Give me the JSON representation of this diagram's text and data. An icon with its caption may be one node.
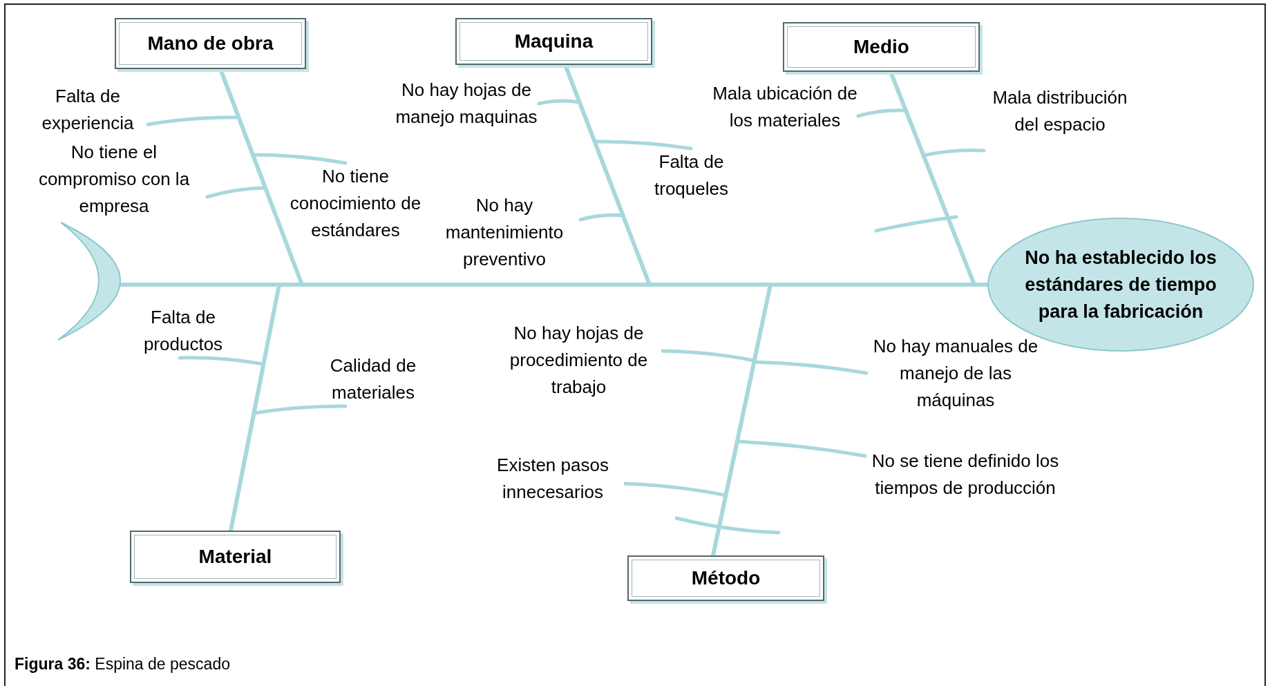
{
  "diagram": {
    "caption": "**Figura 36:** Espina de pescado",
    "nodes": [
      {
        "text": [
          "Mano de obra"
        ]
      },
      {
        "text": [
          "Maquina"
        ]
      },
      {
        "text": [
          "Medio"
        ]
      },
      {
        "text": [
          "Falta de experiencia"
        ]
      },
      {
        "text": [
          "No hay hojas de manejo maquinas"
        ]
      },
      {
        "text": [
          "Mala ubicación de los materiales"
        ]
      },
      {
        "text": [
          "Mala distribución del espacio"
        ]
      },
      {
        "text": [
          "Falta de troqueles"
        ]
      },
      {
        "text": [
          "No tiene el compromiso con la empresa"
        ]
      },
      {
        "text": [
          "No tiene conocimiento de estándares"
        ]
      },
      {
        "text": [
          "No hay mantenimiento preventivo"
        ]
      },
      {
        "text": [
          "No ha establecido los estándares de tiempo para la fabricación"
        ]
      },
      {
        "text": [
          "Falta de productos"
        ]
      },
      {
        "text": [
          "No hay hojas de procedimiento de trabajo"
        ]
      },
      {
        "text": [
          "No hay manuales de manejo de las máquinas"
        ]
      },
      {
        "text": [
          "Calidad de materiales"
        ]
      },
      {
        "text": [
          "Existen pasos innecesarios"
        ]
      },
      {
        "text": [
          "No se tiene definido los tiempos de producción"
        ]
      },
      {
        "text": [
          "Material"
        ]
      },
      {
        "text": [
          "Método"
        ]
      },
      {
        "text": [],
        "shape": "crescent"
      }
    ],
    "edges": [
      {
        "from": 0,
        "to": 11,
        "arrow": "none"
      },
      {
        "from": 1,
        "to": 11,
        "arrow": "none"
      },
      {
        "from": 2,
        "to": 11,
        "arrow": "none"
      },
      {
        "from": 18,
        "to": 11,
        "arrow": "none"
      },
      {
        "from": 19,
        "to": 11,
        "arrow": "none"
      },
      {
        "from": 3,
        "to": 0,
        "arrow": "none"
      },
      {
        "from": 9,
        "to": 0,
        "arrow": "none"
      },
      {
        "from": 8,
        "to": 0,
        "arrow": "none"
      },
      {
        "from": 4,
        "to": 1,
        "arrow": "none"
      },
      {
        "from": 7,
        "to": 1,
        "arrow": "none"
      },
      {
        "from": 10,
        "to": 1,
        "arrow": "none"
      },
      {
        "from": 5,
        "to": 2,
        "arrow": "none"
      },
      {
        "from": 6,
        "to": 2,
        "arrow": "none"
      },
      {
        "from": 12,
        "to": 18,
        "arrow": "none"
      },
      {
        "from": 15,
        "to": 18,
        "arrow": "none"
      },
      {
        "from": 13,
        "to": 19,
        "arrow": "none"
      },
      {
        "from": 14,
        "to": 19,
        "arrow": "none"
      },
      {
        "from": 16,
        "to": 19,
        "arrow": "none"
      },
      {
        "from": 17,
        "to": 19,
        "arrow": "none"
      },
      {
        "from": 20,
        "to": 11,
        "arrow": "none"
      }
    ]
  }
}
